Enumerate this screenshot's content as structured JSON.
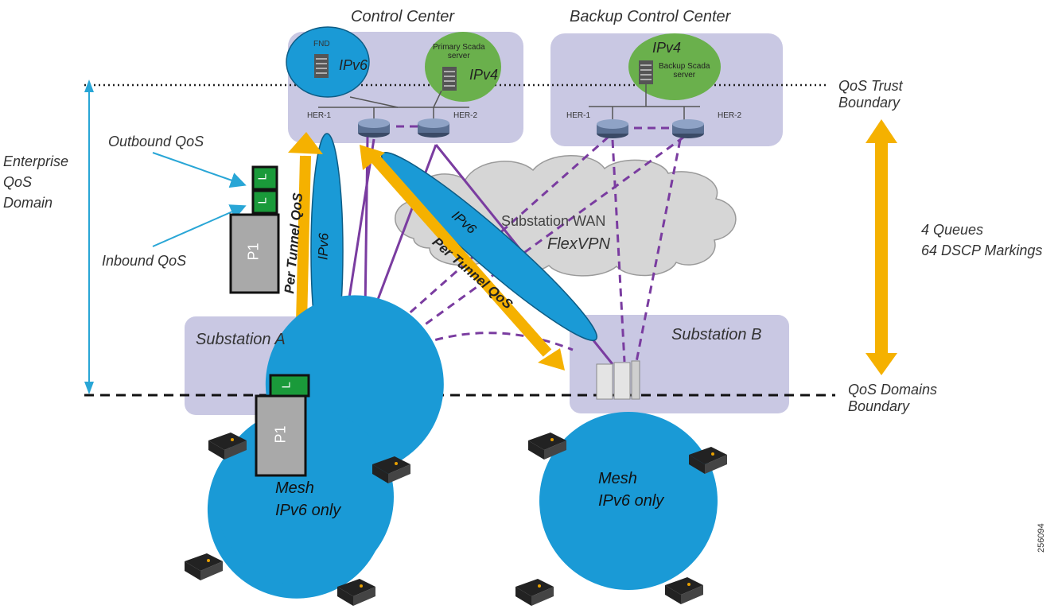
{
  "control_center": {
    "title": "Control Center",
    "fnd_label": "FND",
    "ipv6_label": "IPv6",
    "primary_scada_lines": [
      "Primary Scada",
      "server"
    ],
    "ipv4_label": "IPv4",
    "her1": "HER-1",
    "her2": "HER-2"
  },
  "backup_control_center": {
    "title": "Backup Control Center",
    "ipv4_label": "IPv4",
    "backup_scada_lines": [
      "Backup Scada",
      "server"
    ],
    "her1": "HER-1",
    "her2": "HER-2"
  },
  "wan": {
    "line1": "Substation WAN",
    "line2": "FlexVPN"
  },
  "tunnels": {
    "left_qos": "Per Tunnel QoS",
    "left_ipv6": "IPv6",
    "diag_ipv6": "IPv6",
    "diag_qos": "Per Tunnel QoS"
  },
  "boundaries": {
    "trust_lines": [
      "QoS Trust",
      "Boundary"
    ],
    "domains_lines": [
      "QoS Domains",
      "Boundary"
    ]
  },
  "enterprise_lines": [
    "Enterprise",
    "QoS",
    "Domain"
  ],
  "qos_labels": {
    "outbound": "Outbound QoS",
    "inbound": "Inbound QoS"
  },
  "packet_labels": {
    "L": "L",
    "P1": "P1"
  },
  "queues_lines": [
    "4 Queues",
    "64 DSCP Markings"
  ],
  "substation_a": {
    "title": "Substation A"
  },
  "substation_b": {
    "title": "Substation B"
  },
  "mesh_a_lines": [
    "Mesh",
    "IPv6 only"
  ],
  "mesh_b_lines": [
    "Mesh",
    "IPv6 only"
  ],
  "figure_id": "256094",
  "colors": {
    "box": "#c9c8e3",
    "tunnel_blue": "#1a9ad6",
    "ipv4_green": "#6ab04c",
    "arrow_orange": "#f5b100",
    "purple_link": "#7a3ca0",
    "cyan_arrow": "#29a6d6",
    "packet_green": "#1a9a3a",
    "packet_gray": "#a9a9a9"
  }
}
